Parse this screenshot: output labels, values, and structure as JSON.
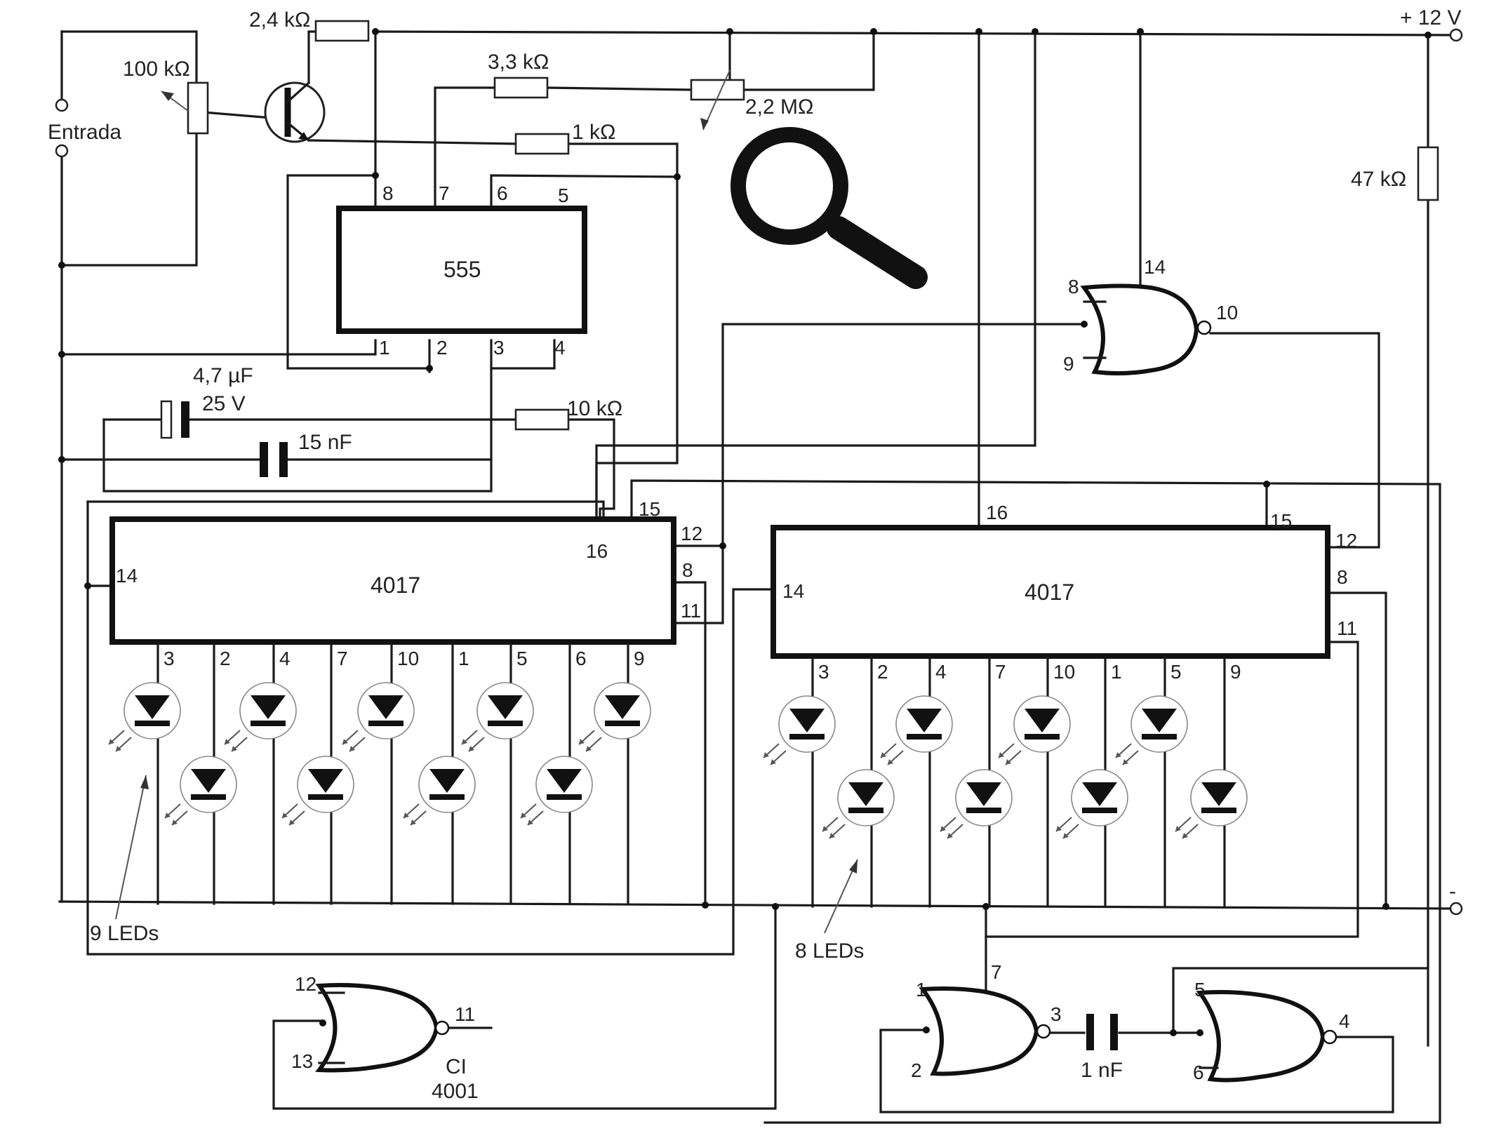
{
  "supply": {
    "plus": "+ 12 V",
    "minus": "-"
  },
  "input_label": "Entrada",
  "resistors": {
    "r1": "2,4 kΩ",
    "r2": "3,3 kΩ",
    "r3": "2,2 MΩ",
    "r4": "1 kΩ",
    "r5": "100 kΩ",
    "r6": "47 kΩ",
    "r7": "10 kΩ"
  },
  "capacitors": {
    "c1_value": "4,7 µF",
    "c1_voltage": "25 V",
    "c2": "15 nF",
    "c3": "1 nF"
  },
  "ic555": {
    "name": "555",
    "pins": {
      "p8": "8",
      "p7": "7",
      "p6": "6",
      "p5": "5",
      "p1": "1",
      "p2": "2",
      "p3": "3",
      "p4": "4"
    }
  },
  "counter_left": {
    "name": "4017",
    "pins": {
      "p15": "15",
      "p12": "12",
      "p16": "16",
      "p14": "14",
      "p8": "8",
      "p11": "11"
    },
    "outputs": [
      "3",
      "2",
      "4",
      "7",
      "10",
      "1",
      "5",
      "6",
      "9"
    ],
    "leds_label": "9 LEDs"
  },
  "counter_right": {
    "name": "4017",
    "pins": {
      "p16": "16",
      "p15": "15",
      "p12": "12",
      "p14": "14",
      "p8": "8",
      "p11": "11"
    },
    "outputs": [
      "3",
      "2",
      "4",
      "7",
      "10",
      "1",
      "5",
      "9"
    ],
    "leds_label": "8 LEDs"
  },
  "gate_top": {
    "in1": "8",
    "in2": "9",
    "out": "10",
    "vdd": "14"
  },
  "gate_bottom_left": {
    "in1": "12",
    "in2": "13",
    "out": "11",
    "ic_line1": "CI",
    "ic_line2": "4001"
  },
  "gate_bottom_mid": {
    "in1": "1",
    "in2": "2",
    "out": "3",
    "vss": "7"
  },
  "gate_bottom_right": {
    "in1": "5",
    "in2": "6",
    "out": "4"
  },
  "icons": {
    "magnifier": "magnifier-icon"
  }
}
